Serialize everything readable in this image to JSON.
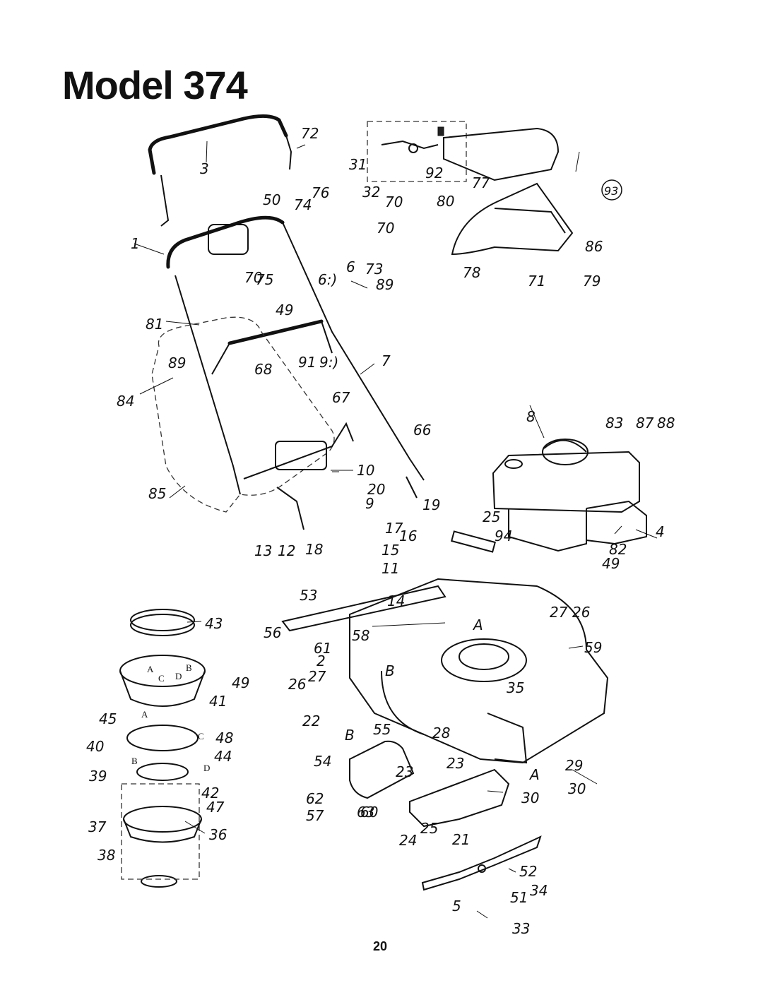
{
  "page": {
    "title": "Model 374",
    "page_number": "20"
  },
  "diagram": {
    "callouts": [
      "1",
      "2",
      "3",
      "4",
      "5",
      "6",
      "6:)",
      "7",
      "8",
      "9",
      "9:)",
      "10",
      "11",
      "12",
      "13",
      "14",
      "15",
      "16",
      "17",
      "18",
      "19",
      "20",
      "21",
      "22",
      "23",
      "23",
      "24",
      "25",
      "25",
      "26",
      "26",
      "27",
      "27",
      "28",
      "29",
      "30",
      "30",
      "31",
      "32",
      "33",
      "34",
      "35",
      "36",
      "37",
      "38",
      "39",
      "40",
      "41",
      "42",
      "43",
      "44",
      "45",
      "47",
      "48",
      "49",
      "49",
      "49",
      "50",
      "51",
      "52",
      "53",
      "54",
      "55",
      "56",
      "57",
      "58",
      "59",
      "60",
      "61",
      "62",
      "63",
      "66",
      "67",
      "68",
      "70",
      "70",
      "70",
      "71",
      "72",
      "73",
      "74",
      "75",
      "76",
      "77",
      "78",
      "79",
      "80",
      "81",
      "82",
      "83",
      "84",
      "85",
      "86",
      "87",
      "88",
      "89",
      "89",
      "91",
      "92",
      "94"
    ],
    "circled_callout": "93",
    "reference_letters": [
      "A",
      "B",
      "C",
      "D",
      "A",
      "C",
      "B",
      "D",
      "A",
      "B",
      "B",
      "A"
    ]
  }
}
